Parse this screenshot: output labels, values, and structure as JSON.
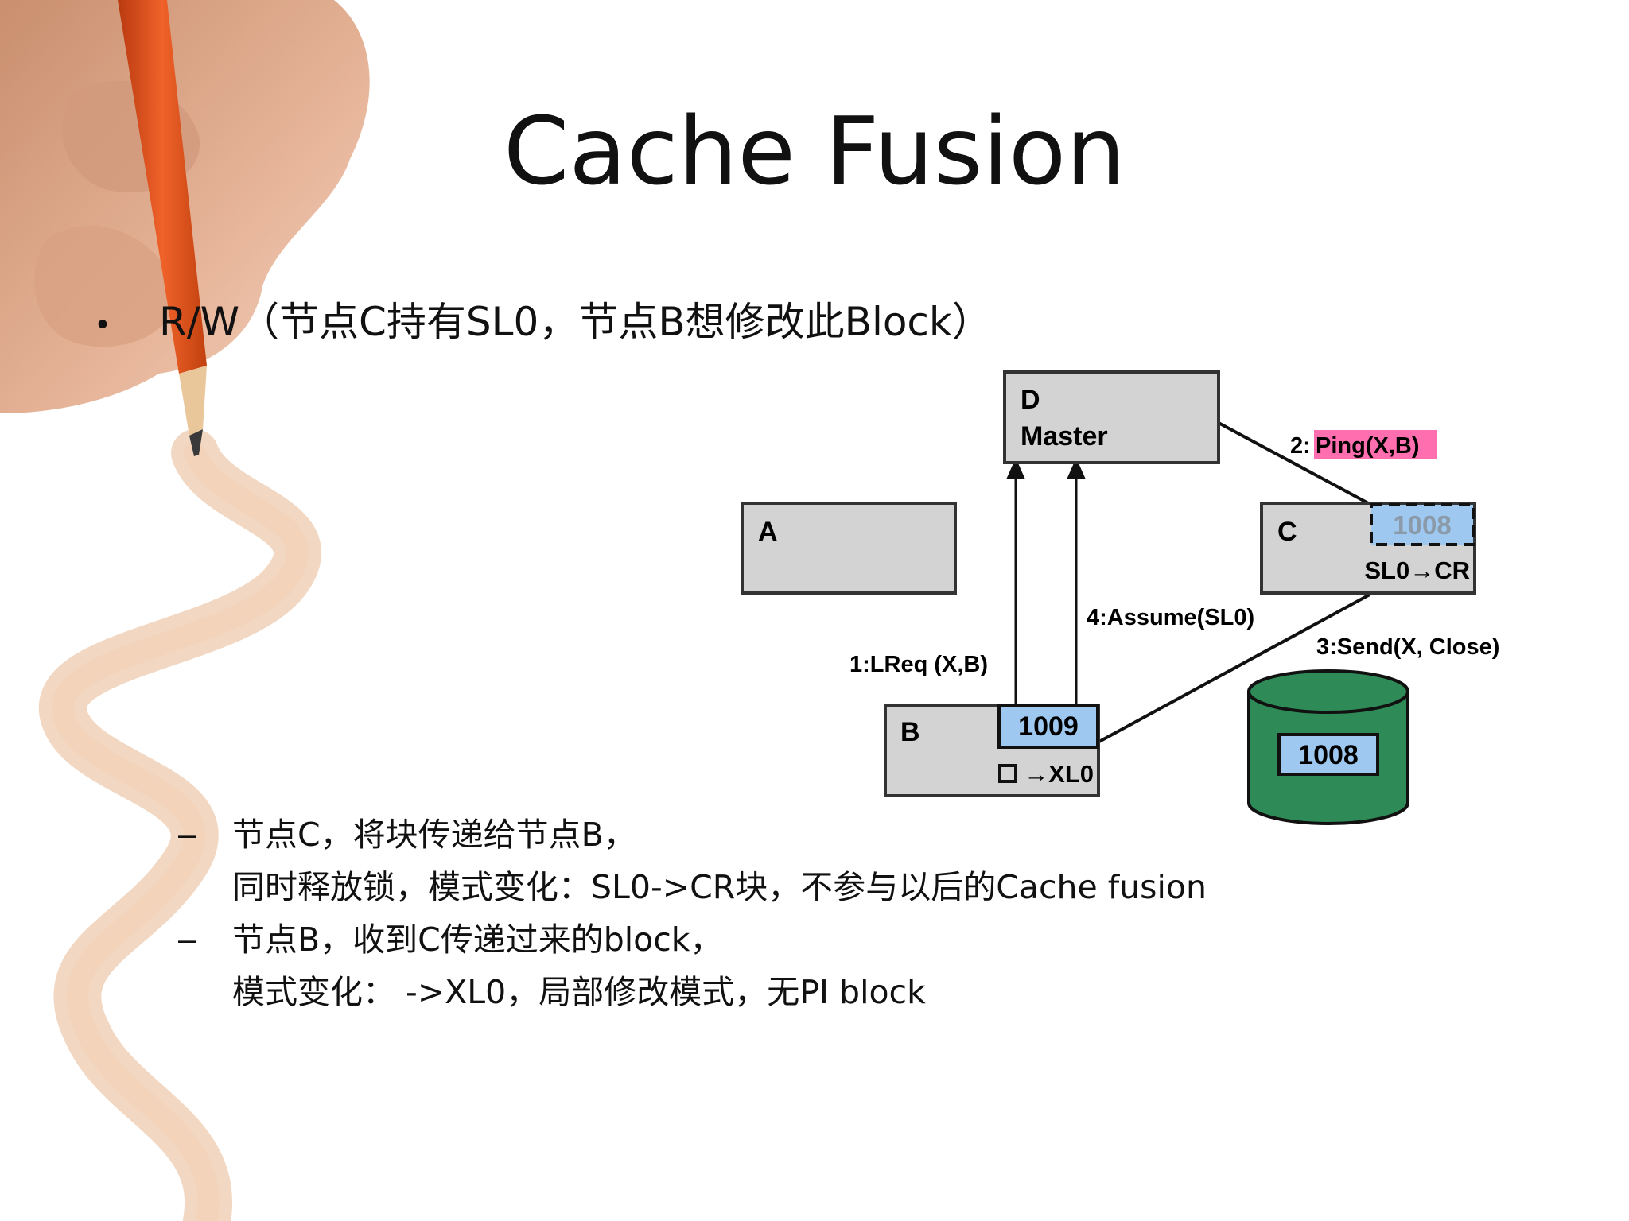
{
  "title": "Cache Fusion",
  "bullet": "R/W（节点C持有SL0，节点B想修改此Block）",
  "subitems": [
    {
      "lines": [
        "节点C，将块传递给节点B，",
        "同时释放锁，模式变化：SL0->CR块，不参与以后的Cache fusion"
      ]
    },
    {
      "lines": [
        "节点B，收到C传递过来的block，",
        "模式变化： ->XL0，局部修改模式，无PI block"
      ]
    }
  ],
  "diagram": {
    "nodes": {
      "d": {
        "letter": "D",
        "name": "Master"
      },
      "a": {
        "letter": "A"
      },
      "c": {
        "letter": "C",
        "block": "1008",
        "mode": "SL0→CR"
      },
      "b": {
        "letter": "B",
        "block": "1009",
        "mode": "→XL0"
      }
    },
    "disk_block": "1008",
    "messages": {
      "lreq": "1:LReq (X,B)",
      "ping_prefix": "2:",
      "ping": "Ping(X,B)",
      "send": "3:Send(X, Close)",
      "assume": "4:Assume(SL0)"
    }
  },
  "colors": {
    "node_fill": "#d3d3d3",
    "block_fill": "#9ec8f0",
    "ping_highlight": "#ff6fb0",
    "disk_fill": "#2e8b57"
  }
}
